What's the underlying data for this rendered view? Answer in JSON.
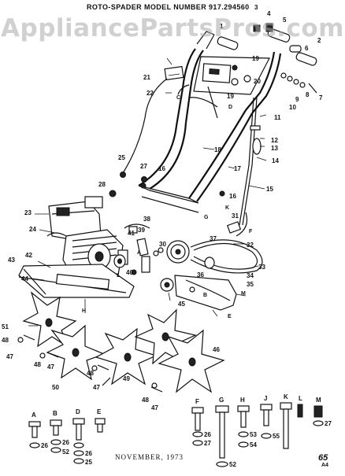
{
  "header": {
    "model_title": "ROTO-SPADER MODEL NUMBER 917.294560"
  },
  "watermark": {
    "text": "AppliancePartsPros.com"
  },
  "footer": {
    "date": "NOVEMBER, 1973",
    "page_code": "65",
    "page_sub": "A4"
  },
  "callouts": [
    {
      "id": "c1",
      "text": "1"
    },
    {
      "id": "c2",
      "text": "2"
    },
    {
      "id": "c3",
      "text": "3"
    },
    {
      "id": "c4",
      "text": "4"
    },
    {
      "id": "c5",
      "text": "5"
    },
    {
      "id": "c6",
      "text": "6"
    },
    {
      "id": "c7",
      "text": "7"
    },
    {
      "id": "c8",
      "text": "8"
    },
    {
      "id": "c9",
      "text": "9"
    },
    {
      "id": "c10",
      "text": "10"
    },
    {
      "id": "c11",
      "text": "11"
    },
    {
      "id": "c12",
      "text": "12"
    },
    {
      "id": "c13",
      "text": "13"
    },
    {
      "id": "c14",
      "text": "14"
    },
    {
      "id": "c15",
      "text": "15"
    },
    {
      "id": "c16a",
      "text": "16"
    },
    {
      "id": "c16b",
      "text": "16"
    },
    {
      "id": "c17",
      "text": "17"
    },
    {
      "id": "c18",
      "text": "18"
    },
    {
      "id": "c19a",
      "text": "19"
    },
    {
      "id": "c19b",
      "text": "19"
    },
    {
      "id": "c20",
      "text": "20"
    },
    {
      "id": "c21",
      "text": "21"
    },
    {
      "id": "c22",
      "text": "22"
    },
    {
      "id": "c23",
      "text": "23"
    },
    {
      "id": "c24",
      "text": "24"
    },
    {
      "id": "c25",
      "text": "25"
    },
    {
      "id": "c27",
      "text": "27"
    },
    {
      "id": "c28",
      "text": "28"
    },
    {
      "id": "c30",
      "text": "30"
    },
    {
      "id": "c31",
      "text": "31"
    },
    {
      "id": "c32",
      "text": "32"
    },
    {
      "id": "c33",
      "text": "33"
    },
    {
      "id": "c34",
      "text": "34"
    },
    {
      "id": "c35",
      "text": "35"
    },
    {
      "id": "c36",
      "text": "36"
    },
    {
      "id": "c37",
      "text": "37"
    },
    {
      "id": "c38",
      "text": "38"
    },
    {
      "id": "c39",
      "text": "39"
    },
    {
      "id": "c40",
      "text": "40"
    },
    {
      "id": "c41",
      "text": "41"
    },
    {
      "id": "c42",
      "text": "42"
    },
    {
      "id": "c43",
      "text": "43"
    },
    {
      "id": "c44",
      "text": "44"
    },
    {
      "id": "c45",
      "text": "45"
    },
    {
      "id": "c46",
      "text": "46"
    },
    {
      "id": "c47a",
      "text": "47"
    },
    {
      "id": "c47b",
      "text": "47"
    },
    {
      "id": "c47c",
      "text": "47"
    },
    {
      "id": "c47d",
      "text": "47"
    },
    {
      "id": "c48a",
      "text": "48"
    },
    {
      "id": "c48b",
      "text": "48"
    },
    {
      "id": "c48c",
      "text": "48"
    },
    {
      "id": "c48d",
      "text": "48"
    },
    {
      "id": "c49",
      "text": "49"
    },
    {
      "id": "c50",
      "text": "50"
    },
    {
      "id": "c51",
      "text": "51"
    },
    {
      "id": "lD",
      "text": "D"
    },
    {
      "id": "lC",
      "text": "C"
    },
    {
      "id": "lK",
      "text": "K"
    },
    {
      "id": "lG",
      "text": "G"
    },
    {
      "id": "lF",
      "text": "F"
    },
    {
      "id": "lA",
      "text": "A"
    },
    {
      "id": "lL",
      "text": "L"
    },
    {
      "id": "lB",
      "text": "B"
    },
    {
      "id": "lM",
      "text": "M"
    },
    {
      "id": "lE",
      "text": "E"
    },
    {
      "id": "lH",
      "text": "H"
    }
  ],
  "hardware": {
    "letters": [
      {
        "id": "hA",
        "text": "A"
      },
      {
        "id": "hB",
        "text": "B"
      },
      {
        "id": "hD",
        "text": "D"
      },
      {
        "id": "hE",
        "text": "E"
      },
      {
        "id": "hF",
        "text": "F"
      },
      {
        "id": "hG",
        "text": "G"
      },
      {
        "id": "hH",
        "text": "H"
      },
      {
        "id": "hJ",
        "text": "J"
      },
      {
        "id": "hK",
        "text": "K"
      },
      {
        "id": "hL",
        "text": "L"
      },
      {
        "id": "hM",
        "text": "M"
      }
    ],
    "numbers": [
      {
        "id": "n26a",
        "text": "26"
      },
      {
        "id": "n26b",
        "text": "26"
      },
      {
        "id": "n52a",
        "text": "52"
      },
      {
        "id": "n26c",
        "text": "26"
      },
      {
        "id": "n25",
        "text": "25"
      },
      {
        "id": "n26d",
        "text": "26"
      },
      {
        "id": "n27a",
        "text": "27"
      },
      {
        "id": "n52b",
        "text": "52"
      },
      {
        "id": "n53",
        "text": "53"
      },
      {
        "id": "n54",
        "text": "54"
      },
      {
        "id": "n55",
        "text": "55"
      },
      {
        "id": "n27b",
        "text": "27"
      }
    ]
  }
}
